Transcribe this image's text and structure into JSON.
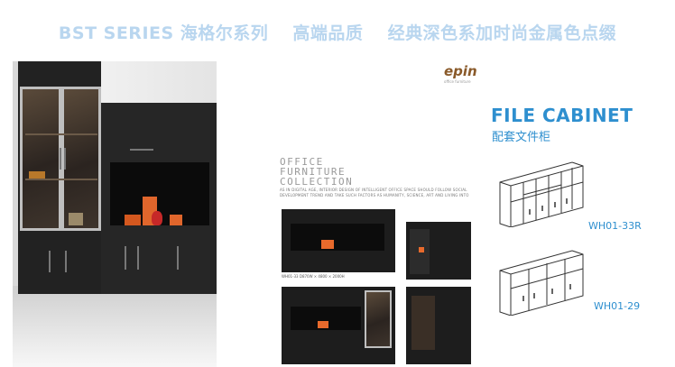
{
  "headline": {
    "series": "BST SERIES 海格尔系列",
    "quality": "高端品质",
    "style": "经典深色系加时尚金属色点缀"
  },
  "brochure": {
    "logo": "epin",
    "logo_sub": "office furniture",
    "collection_title": [
      "OFFICE",
      "FURNITURE",
      "COLLECTION"
    ],
    "collection_text": "AS IN DIGITAL AGE, INTERIOR DESIGN OF INTELLIGENT OFFICE SPACE SHOULD FOLLOW SOCIAL DEVELOPMENT TREND AND TAKE SUCH FACTORS AS HUMANITY, SCIENCE, ART AND LIVING INTO",
    "thumb_caption": "WH01-33  D870W × 4800 × 2000H"
  },
  "file_cabinet": {
    "title": "FILE CABINET",
    "subtitle": "配套文件柜",
    "models": [
      {
        "code": "WH01-33R"
      },
      {
        "code": "WH01-29"
      }
    ]
  },
  "colors": {
    "headline": "#b9d6ef",
    "accent_blue": "#2e8fcf",
    "cabinet_black": "#222222",
    "accent_orange": "#e0662c"
  }
}
